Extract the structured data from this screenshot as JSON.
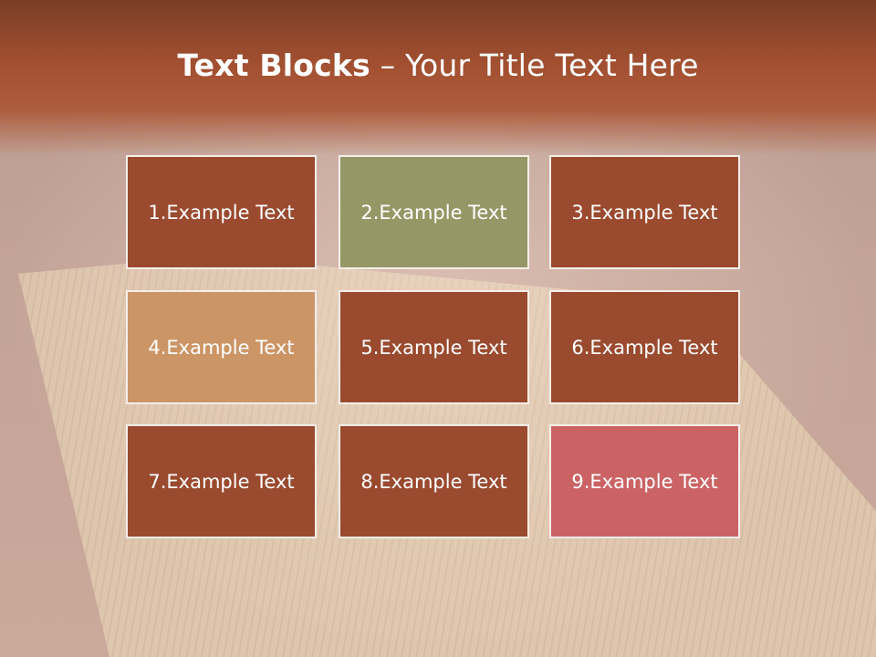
{
  "title": {
    "bold": "Text Blocks",
    "separator": " – ",
    "rest": "Your Title Text Here"
  },
  "blocks": [
    {
      "label": "1.Example Text",
      "color": "#9a4a2f"
    },
    {
      "label": "2.Example Text",
      "color": "#959766"
    },
    {
      "label": "3.Example Text",
      "color": "#9a4a2f"
    },
    {
      "label": "4.Example Text",
      "color": "#cc9566"
    },
    {
      "label": "5.Example Text",
      "color": "#9a4a2f"
    },
    {
      "label": "6.Example Text",
      "color": "#9a4a2f"
    },
    {
      "label": "7.Example Text",
      "color": "#9a4a2f"
    },
    {
      "label": "8.Example Text",
      "color": "#9a4a2f"
    },
    {
      "label": "9.Example Text",
      "color": "#cb6365"
    }
  ]
}
